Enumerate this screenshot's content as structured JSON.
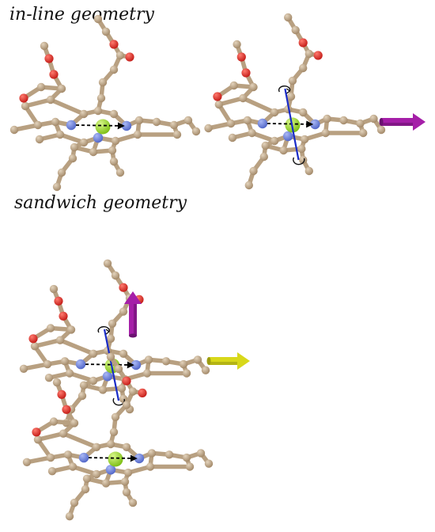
{
  "labels": {
    "inline": "in-line geometry",
    "sandwich": "sandwich geometry"
  },
  "colors": {
    "bond": "#b8a081",
    "carbon": "#b8a081",
    "oxygen": "#e0322c",
    "nitrogen": "#6f86e0",
    "magnesium": "#9fdc2c",
    "transition_dipole": "#000000",
    "rotation_axis": "#1a2cc8",
    "arrow_magenta": "#a51fa8",
    "arrow_yellow": "#d8d81a"
  },
  "molecules": [
    {
      "id": "inline-left",
      "rotation_axis": false
    },
    {
      "id": "inline-right",
      "rotation_axis": true
    },
    {
      "id": "sandwich-top",
      "rotation_axis": true
    },
    {
      "id": "sandwich-bottom",
      "rotation_axis": false
    }
  ],
  "arrows": [
    {
      "id": "inline-arrow",
      "color": "arrow_magenta",
      "direction": "right"
    },
    {
      "id": "sandwich-up-arrow",
      "color": "arrow_magenta",
      "direction": "up"
    },
    {
      "id": "sandwich-right-arrow",
      "color": "arrow_yellow",
      "direction": "right"
    }
  ]
}
